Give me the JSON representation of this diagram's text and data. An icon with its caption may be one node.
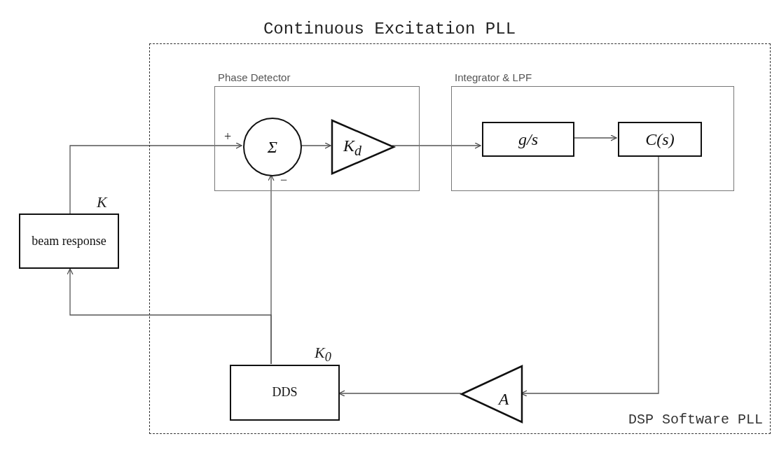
{
  "diagram": {
    "title": "Continuous Excitation PLL",
    "nodes": [
      {
        "text": [
          "DSP Software PLL"
        ]
      },
      {
        "text": [
          "Phase Detector"
        ],
        "in": 0
      },
      {
        "text": [
          "Σ"
        ],
        "in": 1,
        "beside": [
          "+",
          "−"
        ]
      },
      {
        "text": [
          "K$_{d}$"
        ],
        "in": 1
      },
      {
        "text": [
          "Integrator & LPF"
        ],
        "in": 0
      },
      {
        "text": [
          "g/s"
        ],
        "in": 4
      },
      {
        "text": [
          "C(s)"
        ],
        "in": 4
      },
      {
        "text": [
          "beam response"
        ],
        "beside": [
          "K"
        ]
      },
      {
        "text": [
          "DDS"
        ],
        "in": 0,
        "beside": [
          "K$_{0}$"
        ]
      },
      {
        "text": [
          "A"
        ],
        "in": 0
      }
    ],
    "edges": [
      {
        "from": 7,
        "to": 2,
        "arrow": "to"
      },
      {
        "from": 2,
        "to": 3,
        "arrow": "to"
      },
      {
        "from": 3,
        "to": 5,
        "arrow": "to"
      },
      {
        "from": 5,
        "to": 6,
        "arrow": "to"
      },
      {
        "from": 6,
        "to": 9,
        "arrow": "to"
      },
      {
        "from": 9,
        "to": 8,
        "arrow": "to"
      },
      {
        "from": 8,
        "to": 2,
        "arrow": "to"
      },
      {
        "from": 8,
        "to": 7,
        "arrow": "to"
      }
    ]
  }
}
